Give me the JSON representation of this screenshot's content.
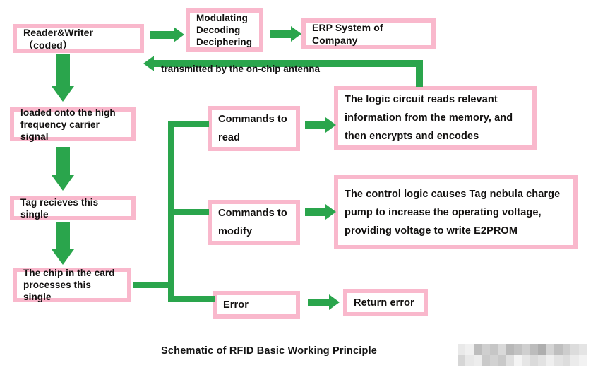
{
  "diagram": {
    "title": "Schematic of RFID Basic Working Principle",
    "colors": {
      "box_border": "#f9b8cc",
      "box_fill": "#ffffff",
      "arrow": "#2aa54c",
      "text": "#12100f"
    },
    "nodes": [
      {
        "id": "reader",
        "label": "Reader&Writer（coded）"
      },
      {
        "id": "modulate",
        "label": "Modulating\nDecoding\nDeciphering"
      },
      {
        "id": "erp",
        "label": "ERP System of Company"
      },
      {
        "id": "loaded",
        "label": "loaded onto the high\nfrequency carrier signal"
      },
      {
        "id": "tag",
        "label": "Tag recieves this single"
      },
      {
        "id": "chip",
        "label": "The chip in the card\nprocesses this single"
      },
      {
        "id": "cmd_read",
        "label": "Commands to\nread"
      },
      {
        "id": "cmd_modify",
        "label": "Commands to\nmodify"
      },
      {
        "id": "error",
        "label": "Error"
      },
      {
        "id": "logic",
        "label": "The logic circuit reads relevant\ninformation from the memory, and\nthen encrypts and encodes"
      },
      {
        "id": "ctrl",
        "label": "The control logic causes Tag nebula charge\npump to increase the operating voltage,\nproviding voltage to write E2PROM"
      },
      {
        "id": "ret",
        "label": "Return error"
      }
    ],
    "edge_labels": [
      {
        "id": "antenna",
        "label": "transmitted by the on-chip antenna"
      }
    ]
  },
  "watermark": {
    "present": true,
    "style": "pixelated-mosaic",
    "swatches": [
      "#e9e9e9",
      "#f0f0f0",
      "#bdbdbd",
      "#cfcfcf",
      "#c6c6c6",
      "#d9d9d9",
      "#b8b8b8",
      "#c2c2c2",
      "#cfcfcf",
      "#bcbcbc",
      "#aeaeae",
      "#d4d4d4",
      "#bfbfbf",
      "#cdcdcd",
      "#dcdcdc",
      "#e4e4e4",
      "#d6d6d6",
      "#e8e8e8",
      "#ededed",
      "#cacaca",
      "#d2d2d2",
      "#c9c9c9",
      "#e0e0e0",
      "#f4f4f4",
      "#e6e6e6",
      "#dadada",
      "#e2e2e2",
      "#efefef",
      "#e3e3e3",
      "#dddddd",
      "#ebebeb",
      "#f2f2f2"
    ]
  }
}
